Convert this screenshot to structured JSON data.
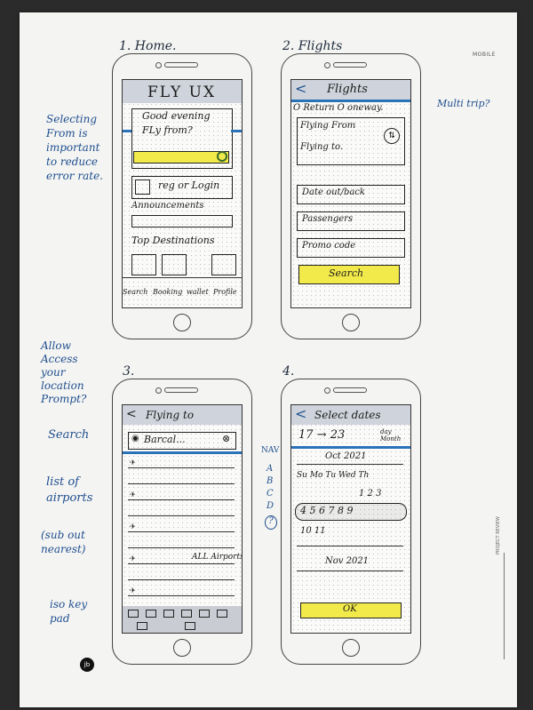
{
  "sheet": {
    "mobile_tag": "MOBILE",
    "side_tag": "PROJECT REVIEW",
    "logo": "jb"
  },
  "annotations": {
    "selecting_from": "Selecting From is important to reduce error rate.",
    "multi_trip": "Multi trip?",
    "allow_location": "Allow Access your location Prompt?",
    "search": "Search",
    "list_airports": "list of airports",
    "sort_nearest": "(sub out nearest)",
    "iso_keypad": "iso key pad",
    "nav": "NAV",
    "alphabet": [
      "A",
      "B",
      "C",
      "D",
      "?"
    ],
    "all_airports": "ALL Airports"
  },
  "screens": {
    "home": {
      "caption": "1. Home.",
      "title": "FLY UX",
      "greeting": "Good evening",
      "fly_from": "FLy from?",
      "reg_login": "reg or Login",
      "announcements": "Announcements",
      "top_destinations": "Top Destinations",
      "nav": [
        "Search",
        "Booking",
        "wallet",
        "Profile"
      ]
    },
    "flights": {
      "caption": "2. Flights",
      "title": "Flights",
      "trip_type": "O Return O oneway.",
      "flying_from": "Flying From",
      "flying_to": "Flying to.",
      "date": "Date out/back",
      "passengers": "Passengers",
      "promo": "Promo code",
      "search_btn": "Search"
    },
    "flying_to": {
      "caption": "3.",
      "title": "Flying to",
      "search_value": "Barcal..."
    },
    "select_dates": {
      "caption": "4.",
      "title": "Select dates",
      "range": "17 → 23",
      "range_unit": "day Month",
      "month1": "Oct 2021",
      "weekdays": "Su Mo Tu Wed Th",
      "row1": "1 2 3",
      "row2": "4 5 6 7 8 9",
      "row3": "10 11",
      "month2": "Nov 2021",
      "ok": "OK"
    }
  },
  "colors": {
    "accent_blue": "#2a73b8",
    "highlight_yellow": "#f2ea4a",
    "header_gray": "#cfd4dc"
  }
}
